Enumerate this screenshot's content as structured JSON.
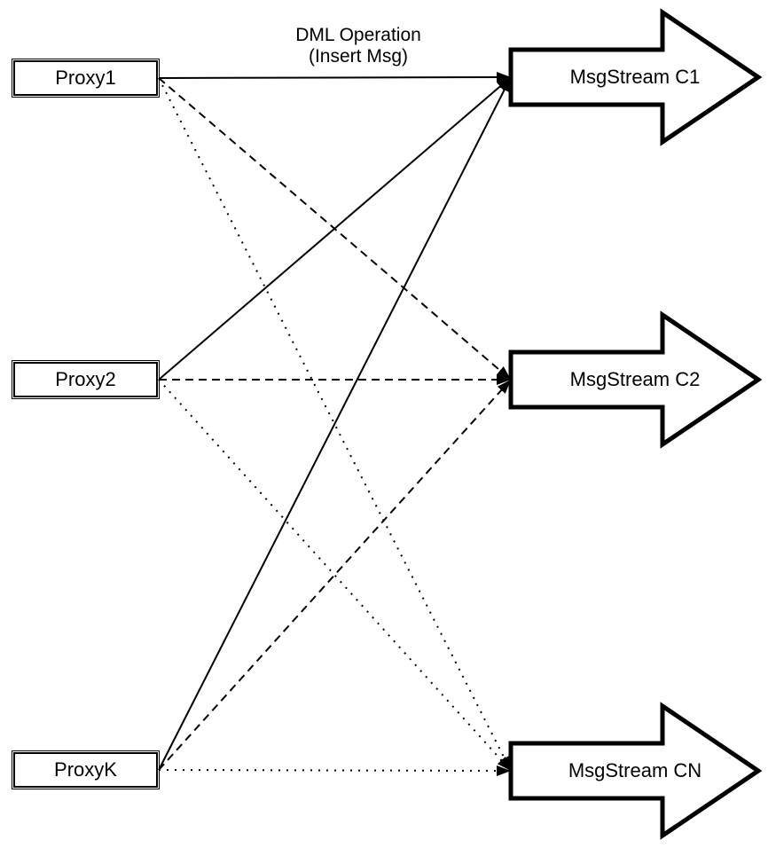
{
  "diagram": {
    "annotation": {
      "line1": "DML Operation",
      "line2": "(Insert Msg)"
    },
    "proxies": [
      {
        "id": "proxy1",
        "label": "Proxy1"
      },
      {
        "id": "proxy2",
        "label": "Proxy2"
      },
      {
        "id": "proxyk",
        "label": "ProxyK"
      }
    ],
    "streams": [
      {
        "id": "c1",
        "label": "MsgStream C1"
      },
      {
        "id": "c2",
        "label": "MsgStream C2"
      },
      {
        "id": "cn",
        "label": "MsgStream CN"
      }
    ],
    "connections": [
      {
        "from": "proxy1",
        "to": "c1",
        "line_style": "solid"
      },
      {
        "from": "proxy1",
        "to": "c2",
        "line_style": "dashed"
      },
      {
        "from": "proxy1",
        "to": "cn",
        "line_style": "dotted"
      },
      {
        "from": "proxy2",
        "to": "c1",
        "line_style": "solid"
      },
      {
        "from": "proxy2",
        "to": "c2",
        "line_style": "dashed"
      },
      {
        "from": "proxy2",
        "to": "cn",
        "line_style": "dotted"
      },
      {
        "from": "proxyk",
        "to": "c1",
        "line_style": "solid"
      },
      {
        "from": "proxyk",
        "to": "c2",
        "line_style": "dashed"
      },
      {
        "from": "proxyk",
        "to": "cn",
        "line_style": "dotted"
      }
    ],
    "colors": {
      "ink": "#000000",
      "background": "#ffffff"
    }
  }
}
